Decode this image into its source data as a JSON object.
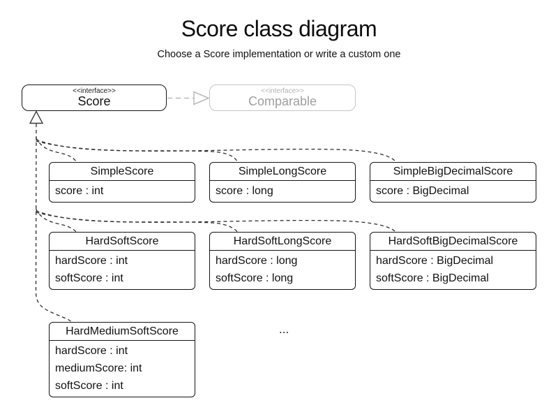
{
  "title": "Score class diagram",
  "subtitle": "Choose a Score implementation or write a custom one",
  "interfaces": {
    "score": {
      "stereotype": "<<interface>>",
      "name": "Score"
    },
    "comparable": {
      "stereotype": "<<interface>>",
      "name": "Comparable"
    }
  },
  "classes": {
    "simple": {
      "name": "SimpleScore",
      "attrs": [
        "score : int"
      ]
    },
    "simple_long": {
      "name": "SimpleLongScore",
      "attrs": [
        "score : long"
      ]
    },
    "simple_bigdecimal": {
      "name": "SimpleBigDecimalScore",
      "attrs": [
        "score : BigDecimal"
      ]
    },
    "hard_soft": {
      "name": "HardSoftScore",
      "attrs": [
        "hardScore : int",
        "softScore : int"
      ]
    },
    "hard_soft_long": {
      "name": "HardSoftLongScore",
      "attrs": [
        "hardScore : long",
        "softScore : long"
      ]
    },
    "hard_soft_bigdecimal": {
      "name": "HardSoftBigDecimalScore",
      "attrs": [
        "hardScore : BigDecimal",
        "softScore : BigDecimal"
      ]
    },
    "hard_medium_soft": {
      "name": "HardMediumSoftScore",
      "attrs": [
        "hardScore : int",
        "mediumScore: int",
        "softScore : int"
      ]
    }
  },
  "ellipsis": "...",
  "colors": {
    "text": "#111111",
    "box_border": "#141414",
    "muted_border": "#c6c6c6",
    "muted_text": "#a0a0a0",
    "connector": "#2e2e2e",
    "muted_connector": "#b8b8b8"
  }
}
